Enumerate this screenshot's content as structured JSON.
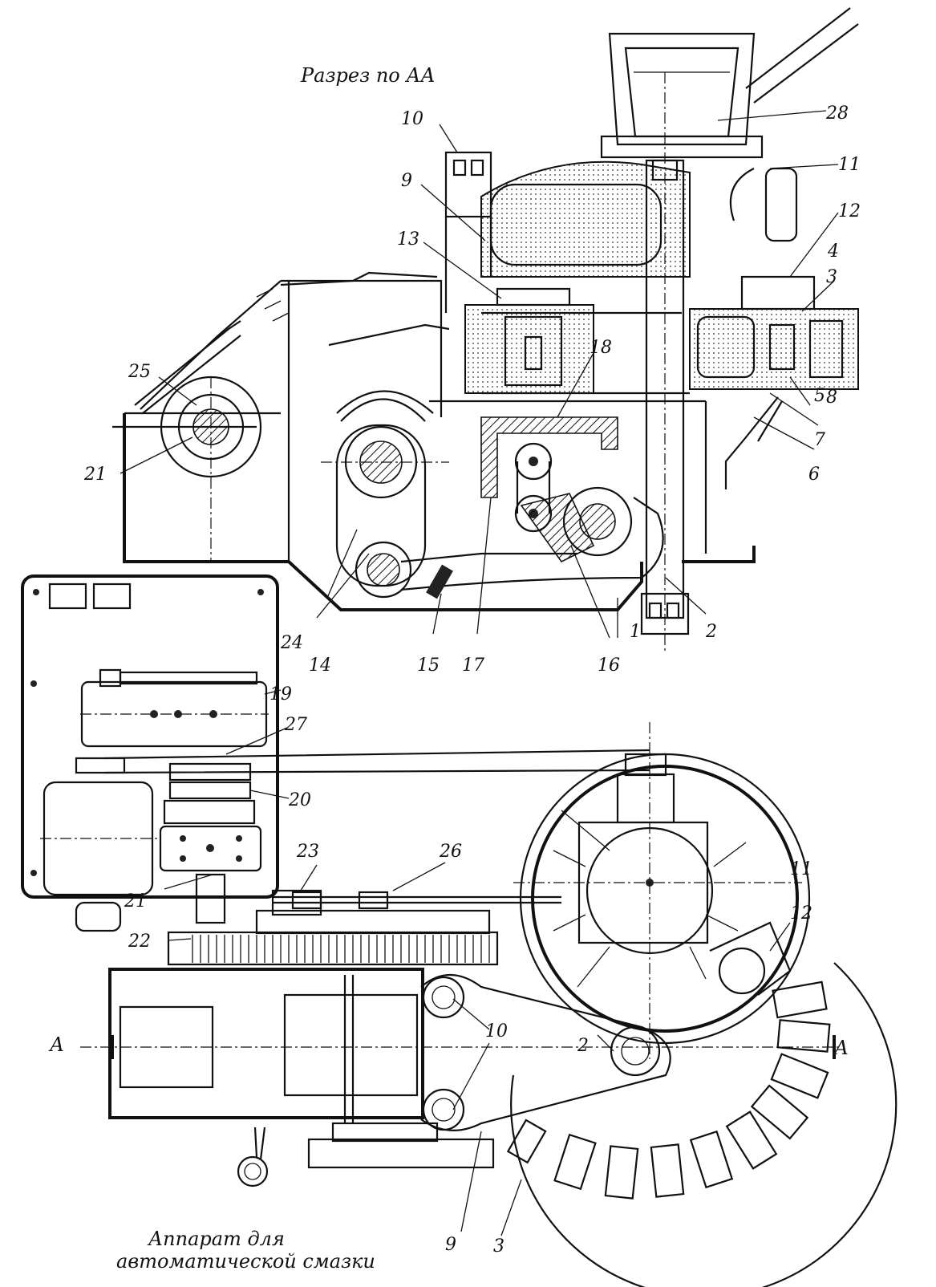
{
  "drawing": {
    "section_title": "Разрез по АА",
    "caption_line1": "Аппарат для",
    "caption_line2": "автоматической смазки",
    "section_mark_left": "А",
    "section_mark_right": "А"
  },
  "callouts": {
    "n1": "1",
    "n2": "2",
    "n3": "3",
    "n4": "4",
    "n5": "5",
    "n6": "6",
    "n7": "7",
    "n8": "8",
    "n9": "9",
    "n10": "10",
    "n11": "11",
    "n12": "12",
    "n13": "13",
    "n14": "14",
    "n15": "15",
    "n16": "16",
    "n17": "17",
    "n18": "18",
    "n19": "19",
    "n20": "20",
    "n21": "21",
    "n22": "22",
    "n23": "23",
    "n24": "24",
    "n25": "25",
    "n26": "26",
    "n27": "27",
    "n28": "28"
  },
  "plan_callouts": {
    "p2": "2",
    "p3": "3",
    "p9": "9",
    "p10": "10",
    "p11": "11",
    "p12": "12"
  }
}
